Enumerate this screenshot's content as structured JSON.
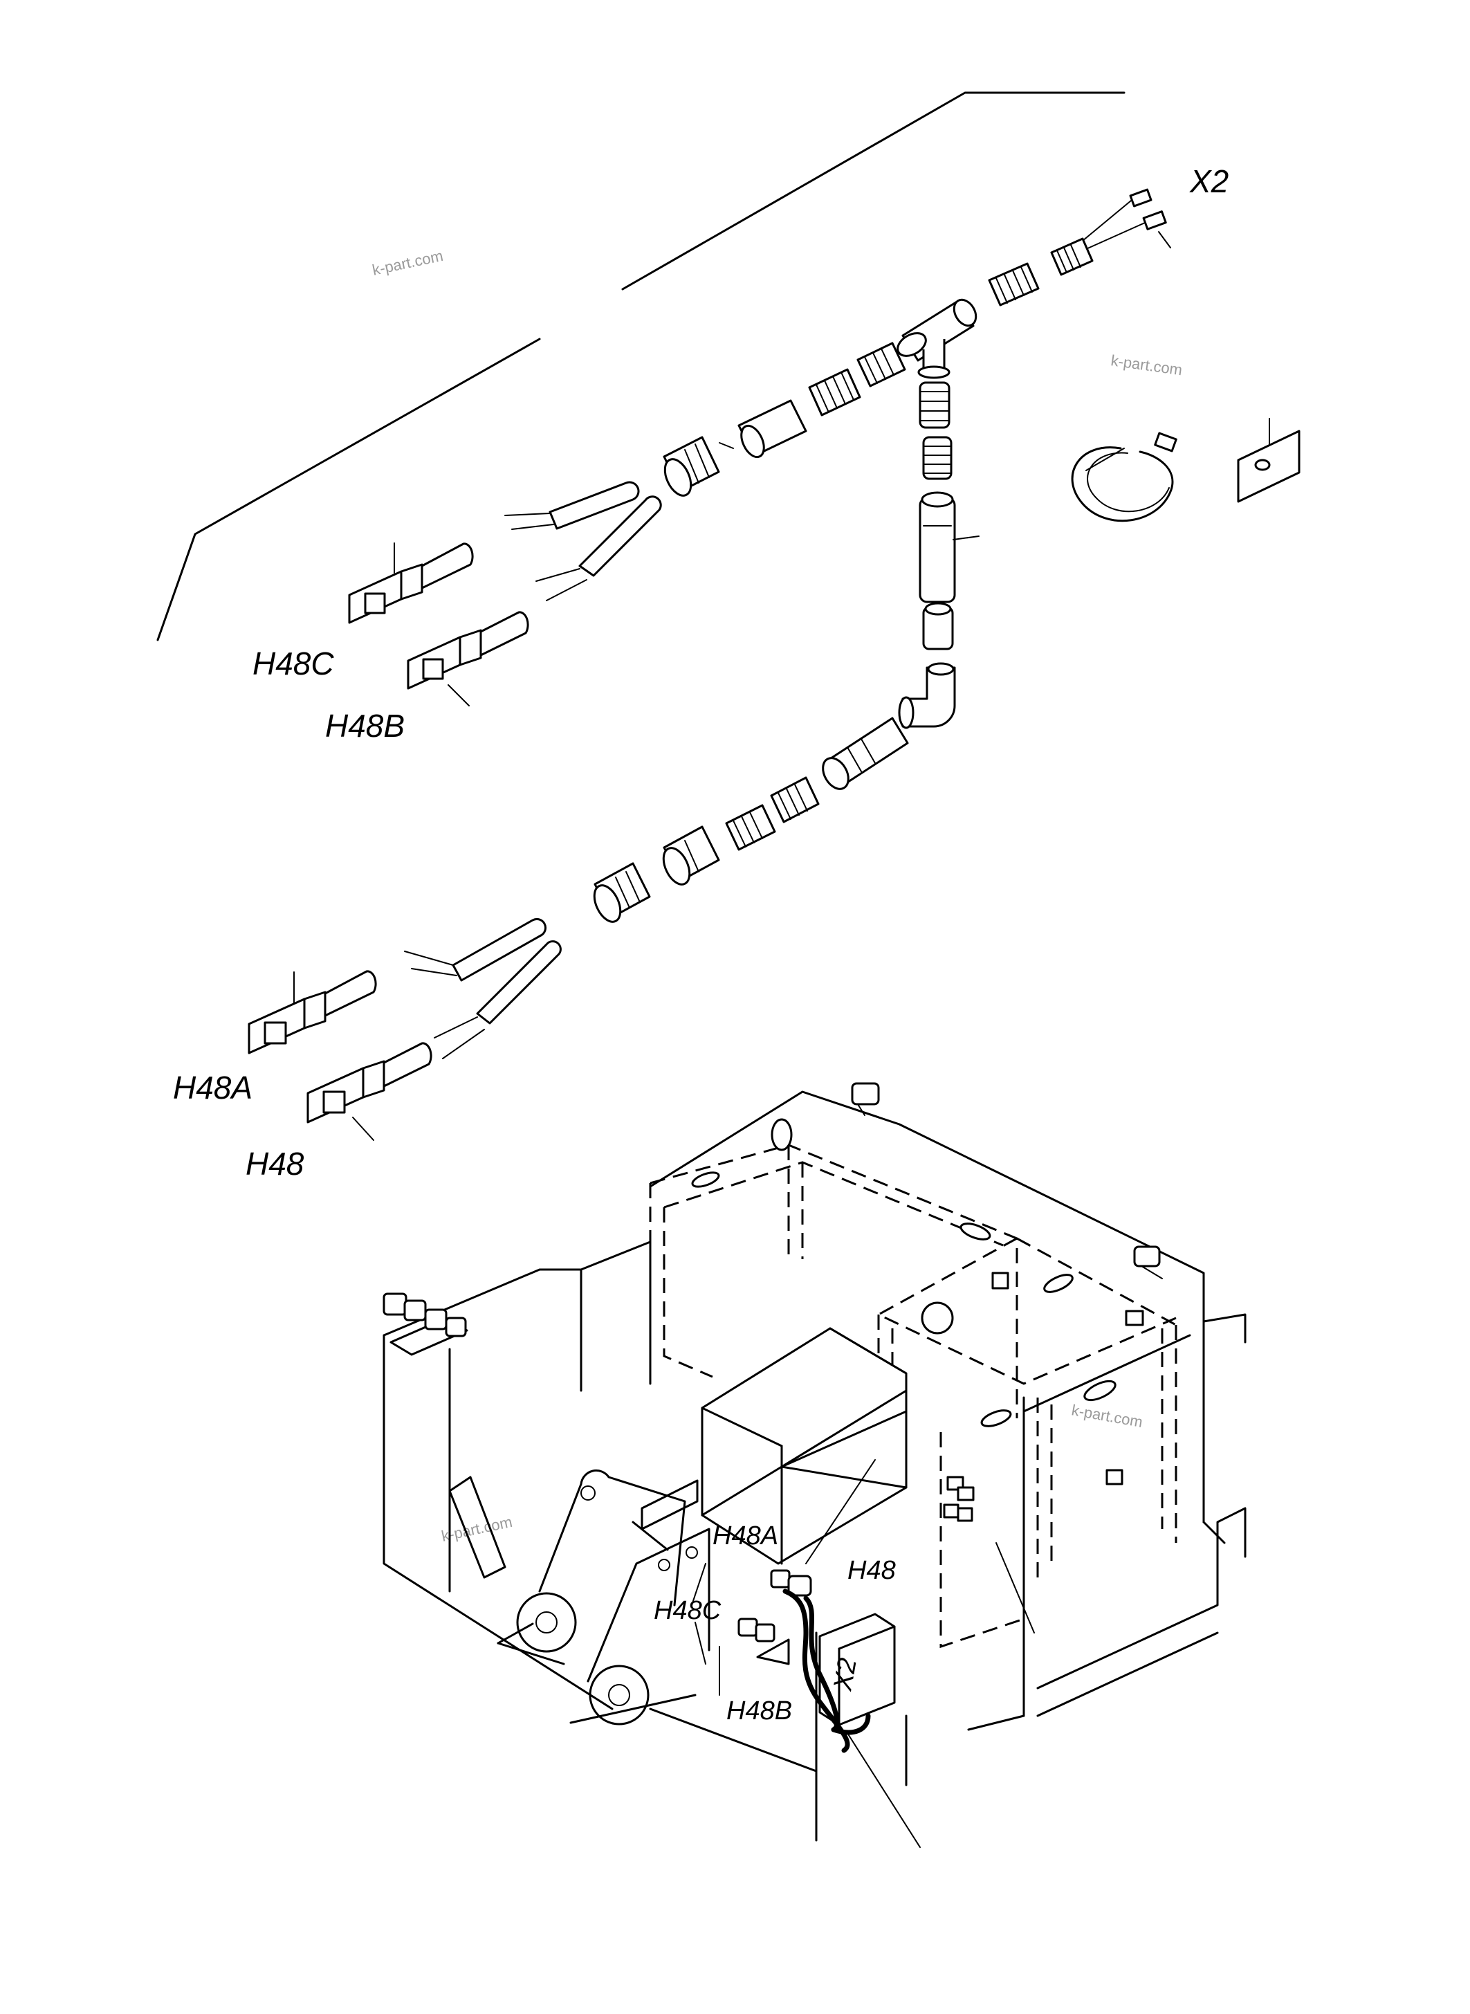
{
  "labels": {
    "x2_top": "X2",
    "h48c_top": "H48C",
    "h48b_top": "H48B",
    "h48a_top": "H48A",
    "h48_top": "H48",
    "h48a_bottom": "H48A",
    "h48_bottom": "H48",
    "h48c_bottom": "H48C",
    "h48b_bottom": "H48B",
    "x2_box": "X2"
  },
  "watermarks": [
    "k-part.com",
    "k-part.com",
    "k-part.com",
    "k-part.com"
  ]
}
